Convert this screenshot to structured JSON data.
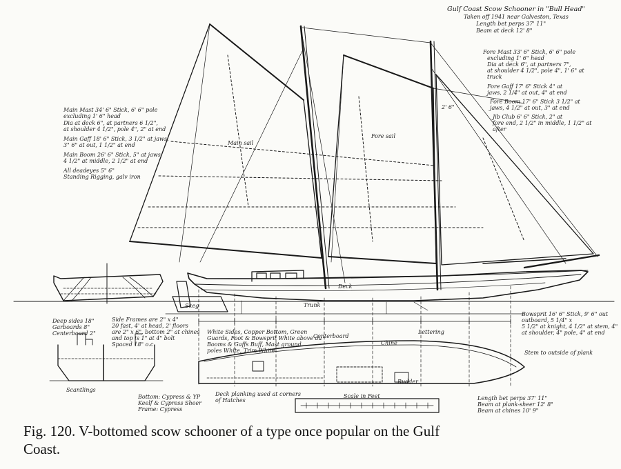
{
  "caption": {
    "line1": "Fig. 120. V-bottomed scow schooner of a type once popular on the Gulf",
    "line2": "Coast."
  },
  "title_block": {
    "line1": "Gulf Coast Scow Schooner in \"Bull Head\"",
    "line2": "Taken off 1941 near Galveston, Texas",
    "line3": "Length bet perps 37' 11\"",
    "line4": "Beam at deck 12' 8\""
  },
  "spar_notes_right": {
    "foremast_a": "Fore Mast 33' 6\" Stick, 6' 6\" pole",
    "foremast_b": "excluding 1' 6\" head",
    "foremast_c": "Dia at deck 6\", at partners 7\",",
    "foremast_d": "at shoulder 4 1/2\", pole 4\", 1' 6\" at",
    "foremast_e": "truck",
    "foregaff_a": "Fore Gaff 17' 6\" Stick 4\" at",
    "foregaff_b": "jaws, 2 1/4\" at out, 4\" at end",
    "foreboom_a": "Fore Boom 17' 6\" Stick 3 1/2\" at",
    "foreboom_b": "jaws, 4 1/2\" at out, 3\" at end",
    "jibclub_a": "Jib Club 6' 6\" Stick, 2\" at",
    "jibclub_b": "fore end, 2 1/2\" in middle, 1 1/2\" at",
    "jibclub_c": "after"
  },
  "spar_notes_left": {
    "mainmast_a": "Main Mast 34' 6\" Stick, 6' 6\" pole",
    "mainmast_b": "excluding 1' 6\" head",
    "mainmast_c": "Dia at deck 6\", at partners 6 1/2\",",
    "mainmast_d": "at shoulder 4 1/2\", pole 4\", 2\" at end",
    "maingaff_a": "Main Gaff 18' 6\" Stick, 3 1/2\" at jaws,",
    "maingaff_b": "3\" 6\" at out, 1 1/2\" at end",
    "mainboom_a": "Main Boom 26' 6\" Stick, 5\" at jaws",
    "mainboom_b": "4 1/2\" at middle, 2 1/2\" at end",
    "deadeyes_a": "All deadeyes 5\" 6\"",
    "deadeyes_b": "Standing Rigging, galv iron"
  },
  "bowsprit_notes": {
    "line1": "Bowsprit 16' 6\" Stick, 9' 6\" out",
    "line2": "outboard, 5 1/4\" x",
    "line3": "5 1/2\" at knight, 4 1/2\" at stem, 4\"",
    "line4": "at shoulder, 4\" pole, 4\" at end"
  },
  "section_notes": {
    "line1": "Deep sides 18\"",
    "line2": "Garboards 8\"",
    "line3": "Centerboard 2\"",
    "line4": "Scantlings"
  },
  "frame_notes": {
    "line1": "Side Frames are 2\" x 4\"",
    "line2": "20 fast, 4' at head, 2' floors",
    "line3": "are 2\" x 6\", bottom 2\" at chines",
    "line4": "and top is 1\" at 4\" bolt",
    "line5": "Spaced 18\" o.c."
  },
  "paint_notes": {
    "line1": "White Sides, Copper Bottom, Green",
    "line2": "Guards, Foot & Bowsprit White above da",
    "line3": "Booms & Gaffs Buff, Mast ground",
    "line4": "poles White, Trim White"
  },
  "plank_notes": {
    "line1": "Deck planking used at corners",
    "line2": "of Hatches"
  },
  "bottom_notes": {
    "line1": "Bottom: Cypress & YP",
    "line2": "Keelf & Cypress Sheer",
    "line3": "Frame: Cypress"
  },
  "dimension_notes": {
    "line1": "Length bet perps 37' 11\"",
    "line2": "Beam at plank-sheer 12' 8\"",
    "line3": "Beam at chines 10' 9\""
  },
  "labels": {
    "mast_head": "2' 6\"",
    "lettering": "Lettering",
    "scale": "Scale in Feet",
    "fore_sail": "Fore sail",
    "main_sail": "Main sail",
    "centerboard": "Centerboard",
    "stem_note": "Stem to outside of plank",
    "rudder": "Rudder",
    "chine": "Chine",
    "skeg": "Skeg",
    "trunk": "Trunk",
    "deck": "Deck"
  },
  "colors": {
    "ink": "#1a1a1a",
    "paper": "#fbfbf8"
  }
}
